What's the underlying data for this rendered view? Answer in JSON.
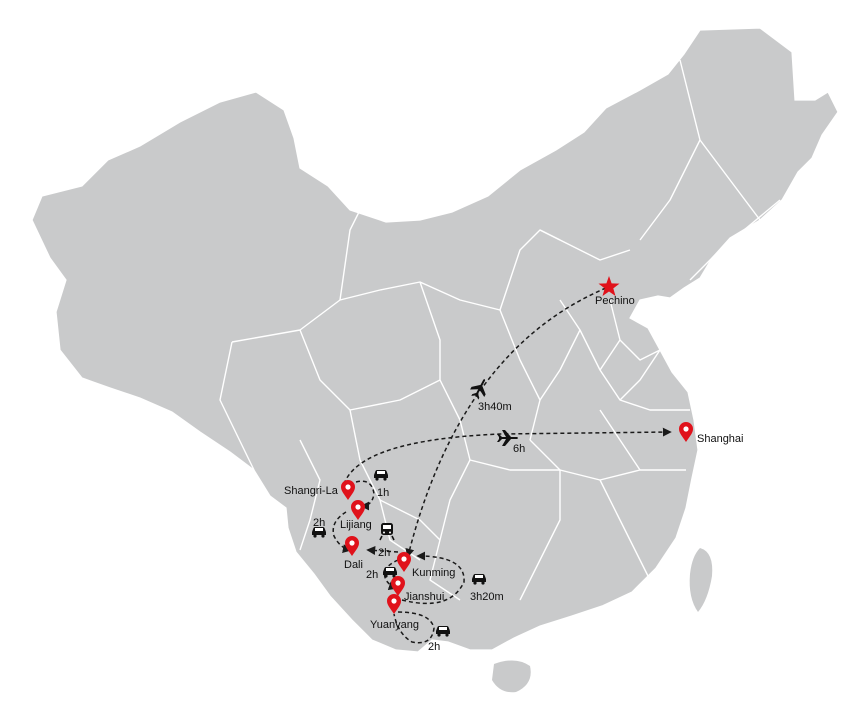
{
  "map": {
    "colors": {
      "land": "#c9cacb",
      "border": "#ffffff",
      "pin": "#e0121b",
      "route": "#1a1a1a",
      "text": "#111111"
    },
    "capital": {
      "label": "Pechino",
      "icon": "star-icon"
    },
    "cities": [
      {
        "id": "shanghai",
        "label": "Shanghai"
      },
      {
        "id": "shangri-la",
        "label": "Shangri-La"
      },
      {
        "id": "lijiang",
        "label": "Lijiang"
      },
      {
        "id": "dali",
        "label": "Dali"
      },
      {
        "id": "kunming",
        "label": "Kunming"
      },
      {
        "id": "jianshui",
        "label": "Jianshui"
      },
      {
        "id": "yuanyang",
        "label": "Yuanyang"
      }
    ],
    "routes": [
      {
        "id": "pechino-kunming",
        "duration": "3h40m",
        "mode": "plane-icon"
      },
      {
        "id": "shangri-la-shanghai",
        "duration": "6h",
        "mode": "plane-icon"
      },
      {
        "id": "shangri-la-lijiang",
        "duration": "1h",
        "mode": "car-icon"
      },
      {
        "id": "lijiang-dali",
        "duration": "2h",
        "mode": "car-icon"
      },
      {
        "id": "dali-kunming",
        "duration": "2h",
        "mode": "train-icon"
      },
      {
        "id": "kunming-jianshui",
        "duration": "2h",
        "mode": "car-icon"
      },
      {
        "id": "jianshui-kunming",
        "duration": "3h20m",
        "mode": "car-icon"
      },
      {
        "id": "yuanyang-loop",
        "duration": "2h",
        "mode": "car-icon"
      }
    ]
  }
}
